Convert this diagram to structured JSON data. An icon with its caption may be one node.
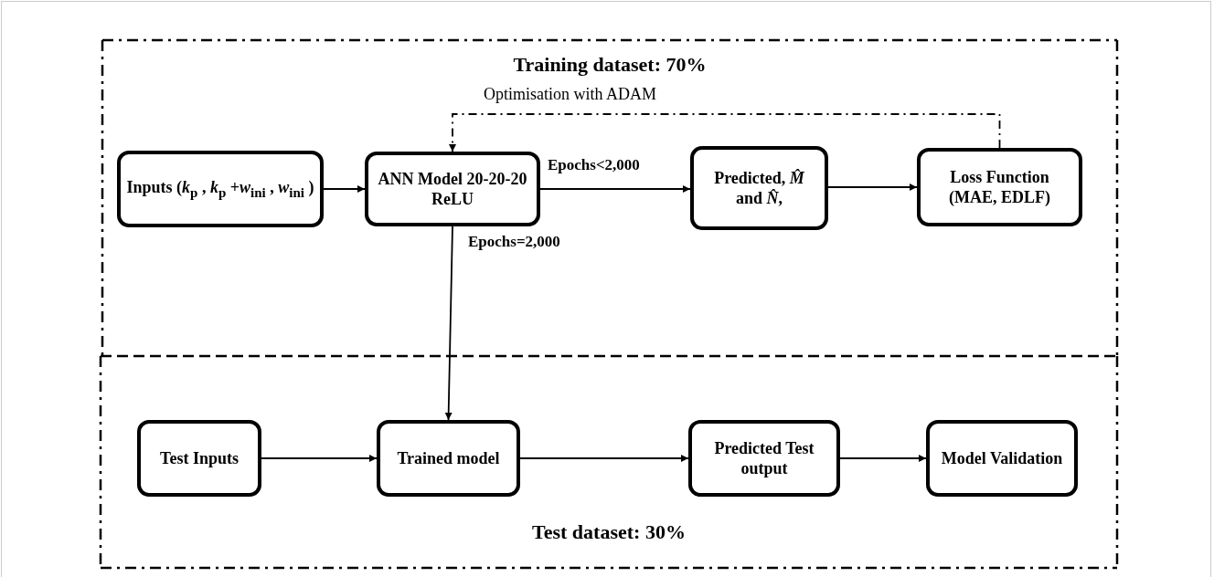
{
  "diagram": {
    "nodes": [
      {
        "text": [
          "Training dataset: 70%"
        ]
      },
      {
        "text": [
          "Inputs (*k*$_{p}$ , *k*$_{p}$ +*w*$_{ini}$ , *w*$_{ini}$ )"
        ],
        "in": 0
      },
      {
        "text": [
          "ANN Model 20-20-20 ReLU"
        ],
        "in": 0
      },
      {
        "text": [
          "Predicted, *M̂* and *N̂*,"
        ],
        "in": 0
      },
      {
        "text": [
          "Loss Function (MAE, EDLF)"
        ],
        "in": 0
      },
      {
        "text": [
          "Test dataset: 30%"
        ]
      },
      {
        "text": [
          "Test Inputs"
        ],
        "in": 5
      },
      {
        "text": [
          "Trained model"
        ],
        "in": 5
      },
      {
        "text": [
          "Predicted Test output"
        ],
        "in": 5
      },
      {
        "text": [
          "Model Validation"
        ],
        "in": 5
      }
    ],
    "edges": [
      {
        "from": 1,
        "to": 2,
        "arrow": "to"
      },
      {
        "from": 2,
        "to": 3,
        "arrow": "to",
        "label": "Epochs<2,000"
      },
      {
        "from": 3,
        "to": 4,
        "arrow": "to"
      },
      {
        "from": 4,
        "to": 2,
        "arrow": "to",
        "label": "Optimisation with ADAM",
        "style": "dashed"
      },
      {
        "from": 2,
        "to": 7,
        "arrow": "to",
        "label": "Epochs=2,000"
      },
      {
        "from": 6,
        "to": 7,
        "arrow": "to"
      },
      {
        "from": 7,
        "to": 8,
        "arrow": "to"
      },
      {
        "from": 8,
        "to": 9,
        "arrow": "to"
      }
    ]
  }
}
